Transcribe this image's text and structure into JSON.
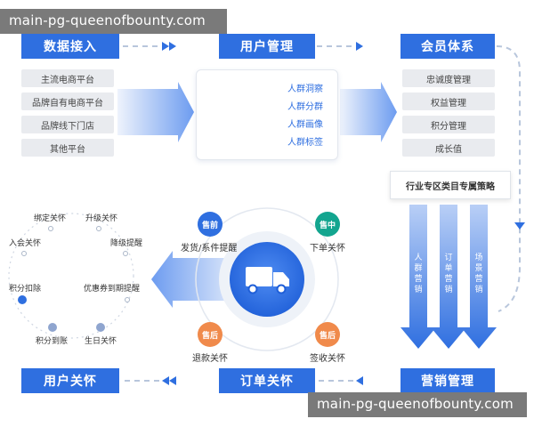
{
  "watermarks": [
    "main-pg-queenofbounty.com",
    "main-pg-queenofbounty.com"
  ],
  "headers": {
    "data_access": "数据接入",
    "user_mgmt": "用户管理",
    "member_system": "会员体系",
    "user_care": "用户关怀",
    "order_care": "订单关怀",
    "marketing_mgmt": "营销管理"
  },
  "data_sources": [
    "主流电商平台",
    "品牌自有电商平台",
    "品牌线下门店",
    "其他平台"
  ],
  "user_profile_items": [
    "人群洞察",
    "人群分群",
    "人群画像",
    "人群标签"
  ],
  "member_items": [
    "忠诚度管理",
    "权益管理",
    "积分管理",
    "成长值"
  ],
  "strategy": "行业专区类目专属策略",
  "marketing_columns": [
    "人群营销",
    "订单营销",
    "场景营销"
  ],
  "order_stages": [
    {
      "badge": "售前",
      "label": "发货/系件提醒",
      "color": "#2f6fe0"
    },
    {
      "badge": "售中",
      "label": "下单关怀",
      "color": "#13a58f"
    },
    {
      "badge": "售后",
      "label": "退款关怀",
      "color": "#f08a4b"
    },
    {
      "badge": "售后",
      "label": "签收关怀",
      "color": "#f08a4b"
    }
  ],
  "care_points": [
    "绑定关怀",
    "升级关怀",
    "入会关怀",
    "降级提醒",
    "积分扣除",
    "优惠券到期提醒",
    "积分到账",
    "生日关怀"
  ],
  "colors": {
    "primary": "#2f6fe0",
    "teal": "#13a58f",
    "orange": "#f08a4b",
    "pill_bg": "#e9ebef"
  }
}
